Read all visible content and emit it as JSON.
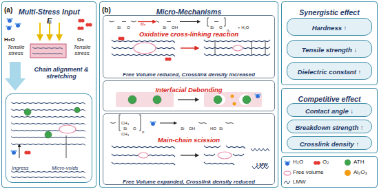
{
  "diagram": {
    "nodes": [
      {
        "text": [
          "Multi-Stress Input"
        ]
      },
      {
        "text": [
          "Ingress",
          "Micro-voids"
        ],
        "in": 0
      },
      {
        "text": [
          "Micro-Mechanisms"
        ]
      },
      {
        "text": [
          "Oxidative cross-linking reaction",
          "Free Volume reduced, Crosslink density increased"
        ],
        "in": 2
      },
      {
        "text": [
          "Interfacial Debonding"
        ],
        "in": 2
      },
      {
        "text": [
          "Main-chain scission",
          "Free Volume expanded, Crosslink density reduced"
        ],
        "in": 2
      },
      {
        "text": [
          "Synergistic effect"
        ]
      },
      {
        "text": [
          "Hardness ↑"
        ],
        "in": 6
      },
      {
        "text": [
          "Tensile strength ↓"
        ],
        "in": 6
      },
      {
        "text": [
          "Dielectric constant ↑"
        ],
        "in": 6
      },
      {
        "text": [
          "Competitive effect"
        ]
      },
      {
        "text": [
          "Contact angle ↓"
        ],
        "in": 10
      },
      {
        "text": [
          "Breakdown strength ↑"
        ],
        "in": 10
      },
      {
        "text": [
          "Crosslink density ↑"
        ],
        "in": 10
      }
    ],
    "labels": [
      "(a)",
      "(b)",
      "H₂O",
      "E",
      "O₂",
      "Tensile stress",
      "Tensile stress",
      "Chain alignment & stretching",
      "Si",
      "O",
      "O₂",
      "Si",
      "OH",
      "Si",
      "O",
      "n",
      "+ H₂O",
      "CH₃",
      "Si",
      "CH₃",
      "O",
      "n",
      "Si",
      "OH",
      "HO",
      "Si",
      "LMW"
    ],
    "legend": [
      {
        "text": "H₂O"
      },
      {
        "text": "O₂"
      },
      {
        "text": "ATH",
        "color": "#3fa34d"
      },
      {
        "text": "Free volume"
      },
      {
        "text": "Al₂O₃",
        "color": "#f39c12"
      },
      {
        "text": "LMW"
      }
    ]
  }
}
